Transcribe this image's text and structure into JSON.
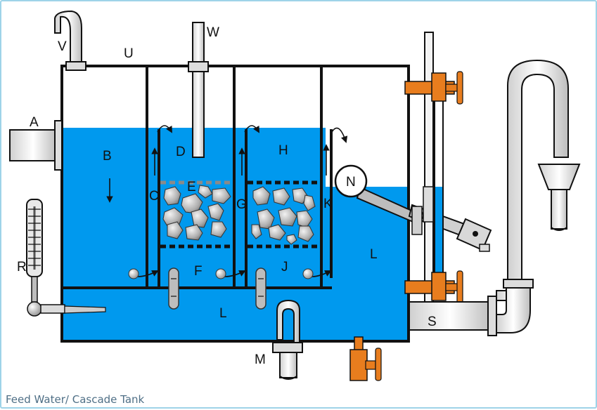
{
  "caption": "Feed Water/ Cascade Tank",
  "labels": {
    "A": "A",
    "B": "B",
    "C": "C",
    "D": "D",
    "E": "E",
    "F": "F",
    "G": "G",
    "H": "H",
    "J": "J",
    "K": "K",
    "L_right": "L",
    "L_bottom": "L",
    "M": "M",
    "N": "N",
    "R": "R",
    "S": "S",
    "U": "U",
    "V": "V",
    "W": "W"
  },
  "colors": {
    "water": "#0099ee",
    "outline": "#111111",
    "valve": "#e87d1e",
    "pipe_fill": "#ffffff",
    "stone": "#9a9a9a",
    "frame": "#9ed3e8",
    "caption": "#4f6f86"
  }
}
